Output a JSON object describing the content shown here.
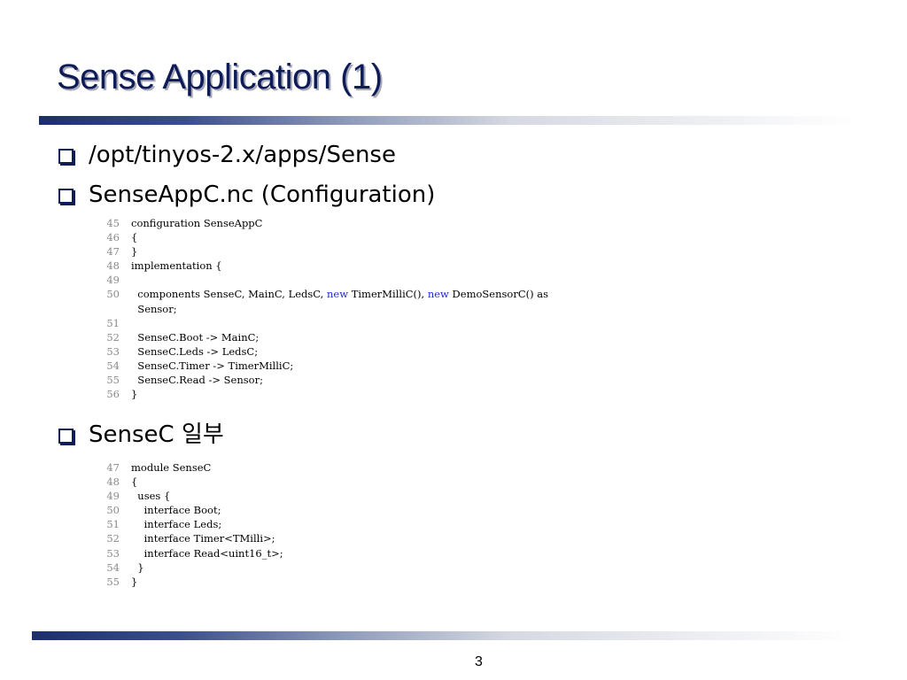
{
  "slide": {
    "title": "Sense Application (1)",
    "page_number": "3"
  },
  "bullets": [
    {
      "text": "/opt/tinyos-2.x/apps/Sense"
    },
    {
      "text": "SenseAppC.nc (Configuration)"
    },
    {
      "text": "SenseC 일부"
    }
  ],
  "code_blocks": [
    {
      "lines": [
        {
          "num": "45",
          "segments": [
            {
              "text": "configuration SenseAppC"
            }
          ]
        },
        {
          "num": "46",
          "segments": [
            {
              "text": "{"
            }
          ]
        },
        {
          "num": "47",
          "segments": [
            {
              "text": "}"
            }
          ]
        },
        {
          "num": "48",
          "segments": [
            {
              "text": "implementation {"
            }
          ]
        },
        {
          "num": "49",
          "segments": [
            {
              "text": ""
            }
          ]
        },
        {
          "num": "50",
          "segments": [
            {
              "text": "  components SenseC, MainC, LedsC, "
            },
            {
              "text": "new",
              "kw": true
            },
            {
              "text": " TimerMilliC(), "
            },
            {
              "text": "new",
              "kw": true
            },
            {
              "text": " DemoSensorC() as"
            }
          ]
        },
        {
          "num": "",
          "segments": [
            {
              "text": "  Sensor;"
            }
          ]
        },
        {
          "num": "51",
          "segments": [
            {
              "text": ""
            }
          ]
        },
        {
          "num": "52",
          "segments": [
            {
              "text": "  SenseC.Boot -> MainC;"
            }
          ]
        },
        {
          "num": "53",
          "segments": [
            {
              "text": "  SenseC.Leds -> LedsC;"
            }
          ]
        },
        {
          "num": "54",
          "segments": [
            {
              "text": "  SenseC.Timer -> TimerMilliC;"
            }
          ]
        },
        {
          "num": "55",
          "segments": [
            {
              "text": "  SenseC.Read -> Sensor;"
            }
          ]
        },
        {
          "num": "56",
          "segments": [
            {
              "text": "}"
            }
          ]
        }
      ]
    },
    {
      "lines": [
        {
          "num": "47",
          "segments": [
            {
              "text": "module SenseC"
            }
          ]
        },
        {
          "num": "48",
          "segments": [
            {
              "text": "{"
            }
          ]
        },
        {
          "num": "49",
          "segments": [
            {
              "text": "  uses {"
            }
          ]
        },
        {
          "num": "50",
          "segments": [
            {
              "text": "    interface Boot;"
            }
          ]
        },
        {
          "num": "51",
          "segments": [
            {
              "text": "    interface Leds;"
            }
          ]
        },
        {
          "num": "52",
          "segments": [
            {
              "text": "    interface Timer<TMilli>;"
            }
          ]
        },
        {
          "num": "53",
          "segments": [
            {
              "text": "    interface Read<uint16_t>;"
            }
          ]
        },
        {
          "num": "54",
          "segments": [
            {
              "text": "  }"
            }
          ]
        },
        {
          "num": "55",
          "segments": [
            {
              "text": "}"
            }
          ]
        }
      ]
    }
  ],
  "colors": {
    "title": "#0d1c57",
    "keyword": "#1f2bd6",
    "line_number": "#8a8a8a",
    "rule_dark": "#1c2f6c"
  }
}
